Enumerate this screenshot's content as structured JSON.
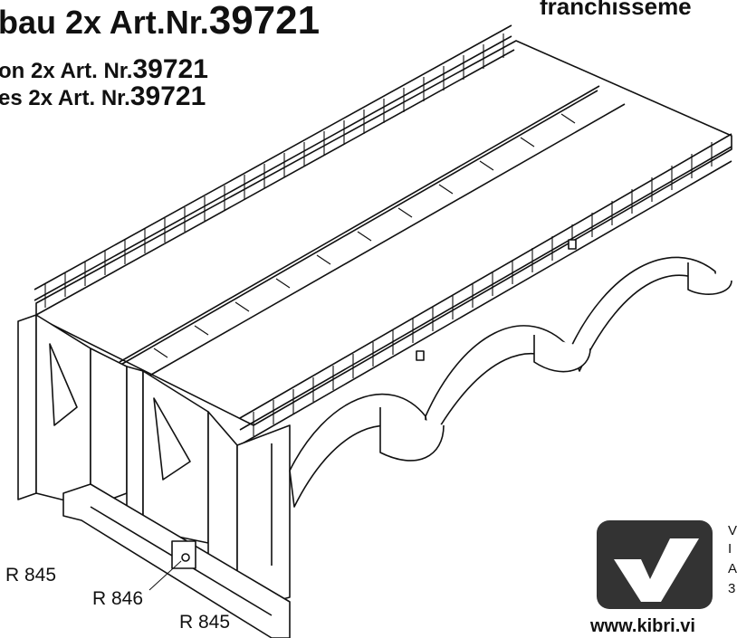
{
  "header": {
    "title_prefix": "bau 2x Art.Nr.",
    "title_number": "39721",
    "line2_prefix": "on 2x Art. Nr.",
    "line2_number": "39721",
    "line3_prefix": "es 2x Art. Nr.",
    "line3_number": "39721",
    "right_text": "franchisseme"
  },
  "parts": [
    {
      "label": "R 845"
    },
    {
      "label": "R 846"
    },
    {
      "label": "R 845"
    }
  ],
  "footer": {
    "url": "www.kibri.vi"
  },
  "logo": {
    "edge_letters": [
      "V",
      "I",
      "A",
      "3"
    ]
  }
}
